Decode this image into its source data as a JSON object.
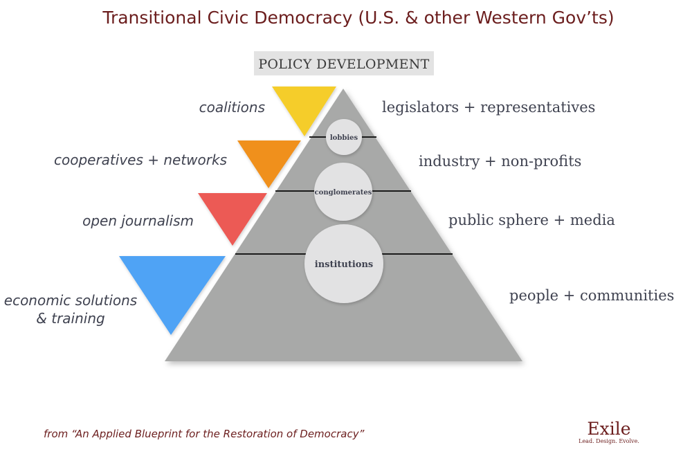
{
  "title": "Transitional Civic Democracy (U.S. & other Western Gov’ts)",
  "top_label": "POLICY DEVELOPMENT",
  "left_labels": {
    "coalitions": "coalitions",
    "cooperatives": "cooperatives + networks",
    "journalism": "open journalism",
    "economic_line1": "economic solutions",
    "economic_line2": "& training"
  },
  "right_labels": {
    "legislators": "legislators + representatives",
    "industry": "industry + non-profits",
    "public": "public sphere + media",
    "people": "people + communities"
  },
  "circles": {
    "lobbies": "lobbies",
    "conglomerates": "conglomerates",
    "institutions": "institutions"
  },
  "footer": {
    "citation": "from “An Applied Blueprint for the Restoration of Democracy”",
    "logo": "Exile",
    "tagline": "Lead. Design. Evolve."
  },
  "colors": {
    "title": "#6b1d1d",
    "pyramid": "#a8a9a8",
    "circle_fill": "#e2e2e3",
    "triangle_yellow": "#f5cd29",
    "triangle_orange": "#f0901c",
    "triangle_red": "#ec5a55",
    "triangle_blue": "#4fa3f5"
  }
}
